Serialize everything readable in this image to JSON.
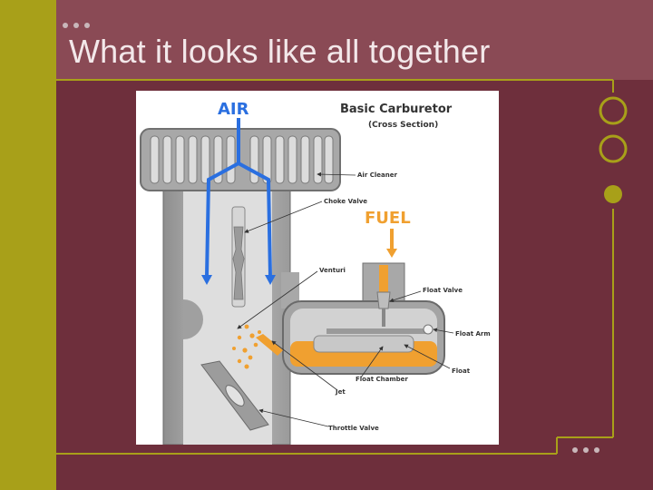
{
  "slide": {
    "title": "What it looks like all together"
  },
  "diagram": {
    "heading": "Basic Carburetor",
    "subheading": "(Cross Section)",
    "air_label": "AIR",
    "fuel_label": "FUEL",
    "callouts": {
      "air_cleaner": "Air Cleaner",
      "choke_valve": "Choke Valve",
      "venturi": "Venturi",
      "float_valve": "Float Valve",
      "float_arm": "Float Arm",
      "float": "Float",
      "float_chamber": "Float Chamber",
      "jet": "Jet",
      "throttle_valve": "Throttle Valve"
    }
  },
  "colors": {
    "air": "#2a6fe0",
    "fuel": "#f0a030",
    "body_gray": "#a8a8a8",
    "slide_bg": "#6e2f3c",
    "accent_olive": "#a8a019"
  }
}
